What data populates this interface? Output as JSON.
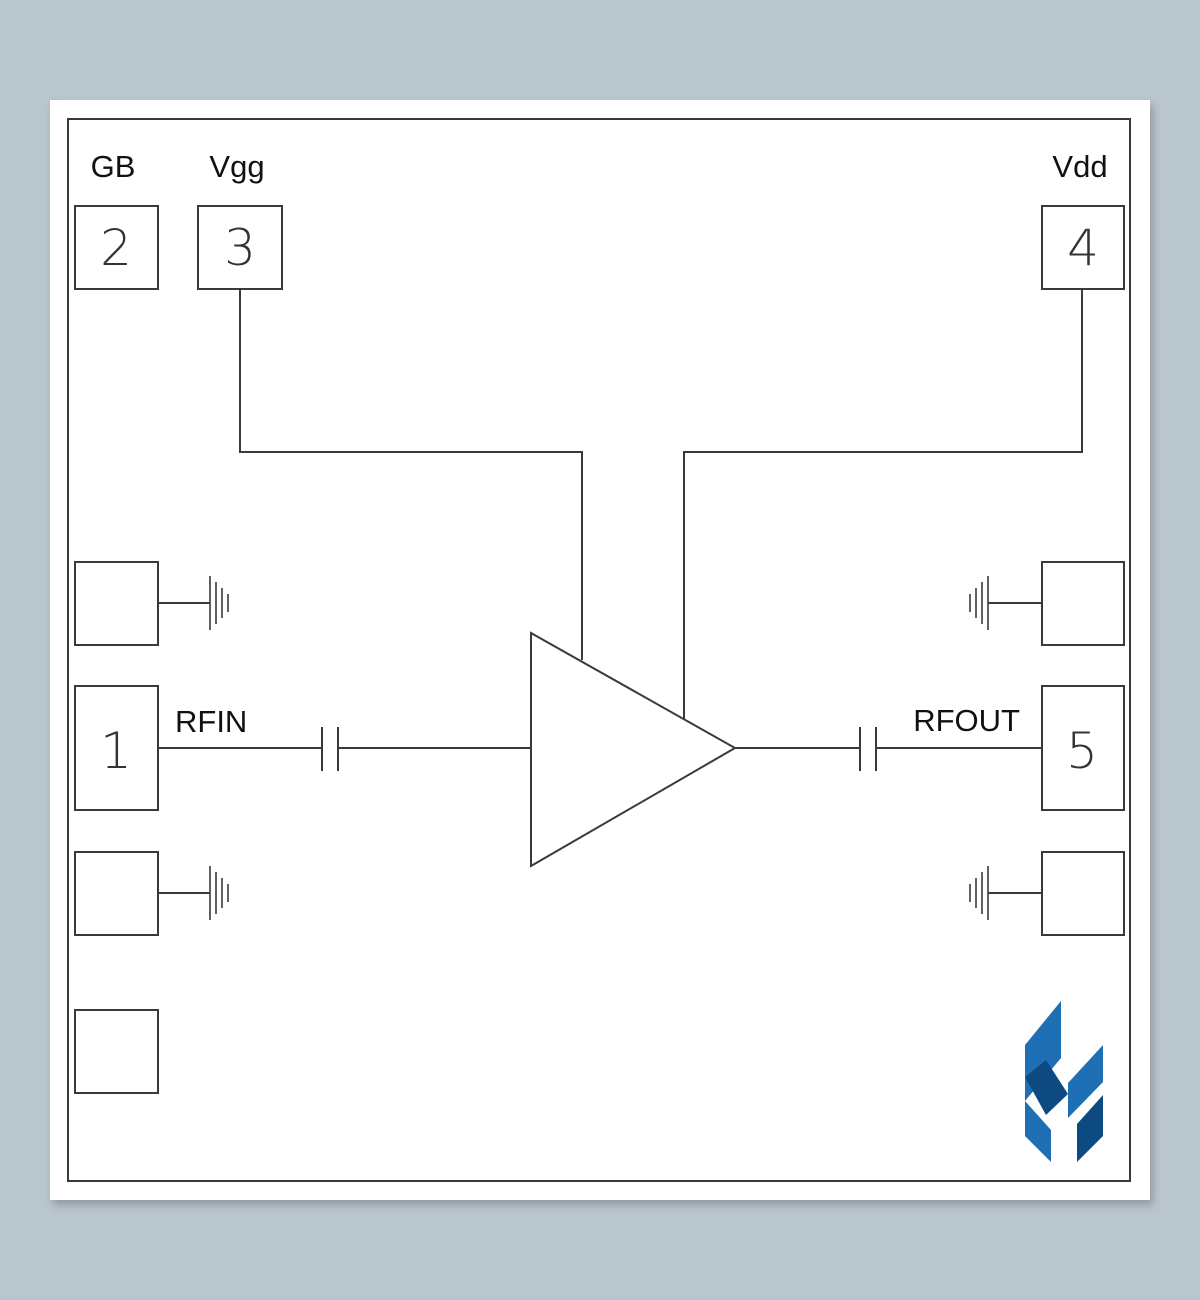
{
  "labels": {
    "gb": "GB",
    "vgg": "Vgg",
    "vdd": "Vdd",
    "rfin": "RFIN",
    "rfout": "RFOUT"
  },
  "pads": {
    "gb": "2",
    "vgg": "3",
    "vdd": "4",
    "rfin": "1",
    "rfout": "5"
  },
  "colors": {
    "logo_light": "#1f6fb5",
    "logo_dark": "#0d4a82",
    "line": "#3a3a3a",
    "background": "#b9c6cd"
  }
}
